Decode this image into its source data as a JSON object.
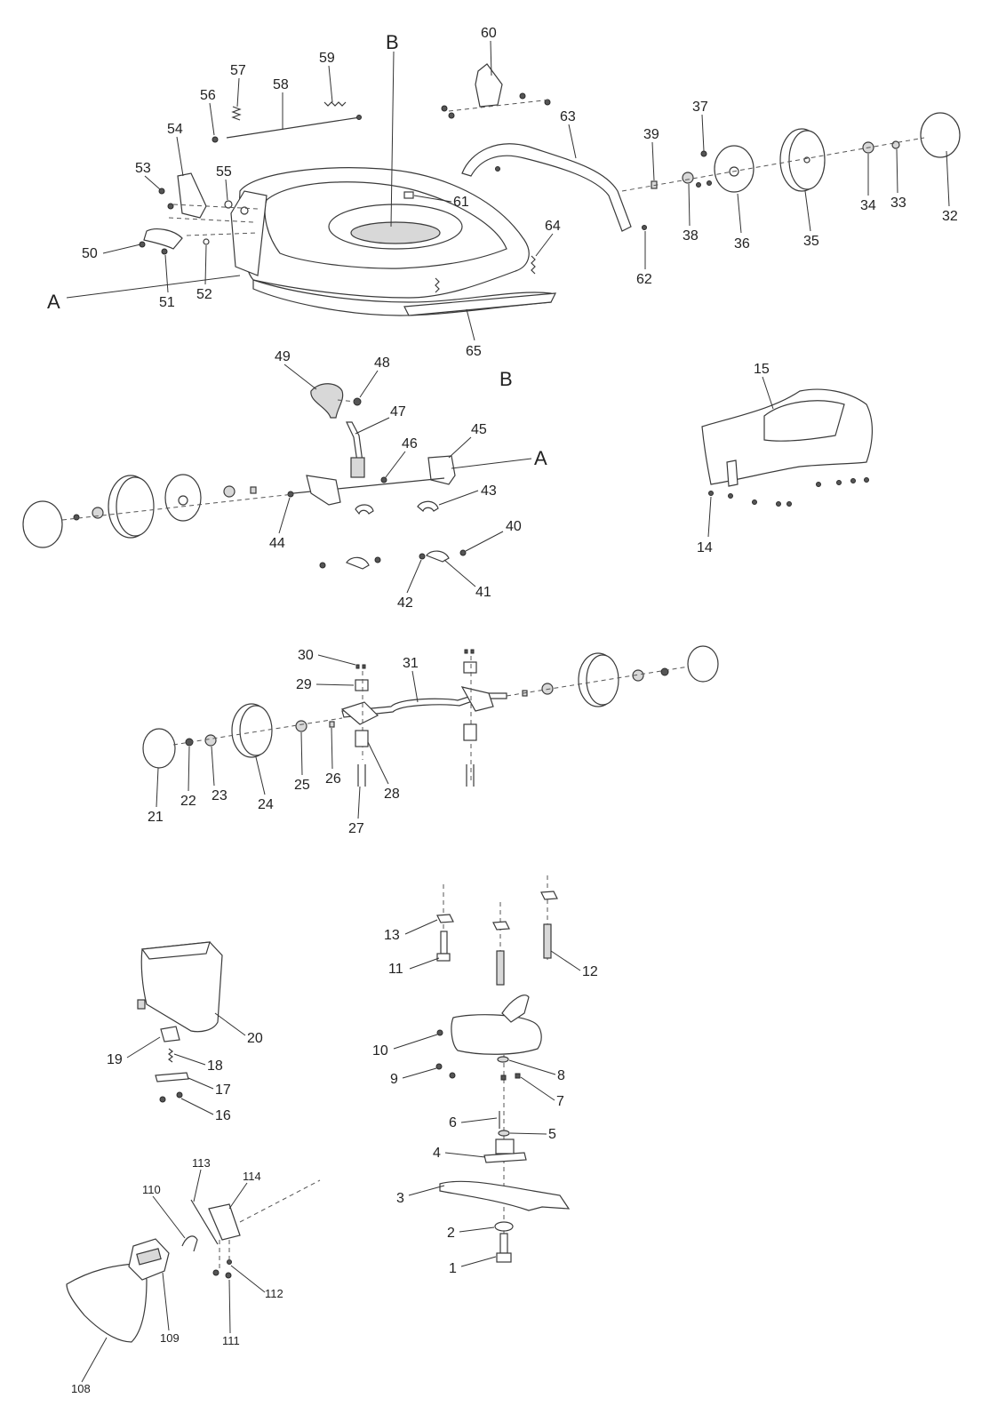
{
  "diagram": {
    "type": "exploded-parts-diagram",
    "callout_letters": [
      "A",
      "B"
    ],
    "part_numbers": {
      "p1": "1",
      "p2": "2",
      "p3": "3",
      "p4": "4",
      "p5": "5",
      "p6": "6",
      "p7": "7",
      "p8": "8",
      "p9": "9",
      "p10": "10",
      "p11": "11",
      "p12": "12",
      "p13": "13",
      "p14": "14",
      "p15": "15",
      "p16": "16",
      "p17": "17",
      "p18": "18",
      "p19": "19",
      "p20": "20",
      "p21": "21",
      "p22": "22",
      "p23": "23",
      "p24": "24",
      "p25": "25",
      "p26": "26",
      "p27": "27",
      "p28": "28",
      "p29": "29",
      "p30": "30",
      "p31": "31",
      "p32": "32",
      "p33": "33",
      "p34": "34",
      "p35": "35",
      "p36": "36",
      "p37": "37",
      "p38": "38",
      "p39": "39",
      "p40": "40",
      "p41": "41",
      "p42": "42",
      "p43": "43",
      "p44": "44",
      "p45": "45",
      "p46": "46",
      "p47": "47",
      "p48": "48",
      "p49": "49",
      "p50": "50",
      "p51": "51",
      "p52": "52",
      "p53": "53",
      "p54": "54",
      "p55": "55",
      "p56": "56",
      "p57": "57",
      "p58": "58",
      "p59": "59",
      "p60": "60",
      "p61": "61",
      "p62": "62",
      "p63": "63",
      "p64": "64",
      "p65": "65",
      "p108": "108",
      "p109": "109",
      "p110": "110",
      "p111": "111",
      "p112": "112",
      "p113": "113",
      "p114": "114"
    },
    "colors": {
      "line": "#3a3a3a",
      "shade": "#d8d8d8",
      "text": "#222222",
      "background": "#ffffff"
    }
  }
}
